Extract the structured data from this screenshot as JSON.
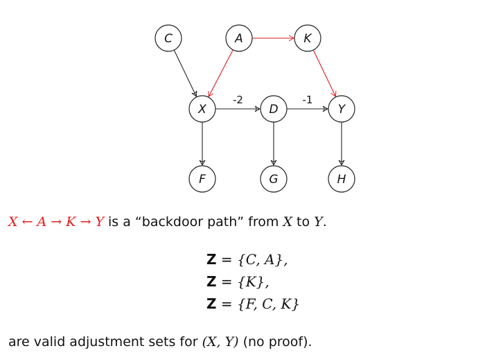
{
  "graph": {
    "nodes": [
      {
        "id": "C",
        "label": "C"
      },
      {
        "id": "A",
        "label": "A"
      },
      {
        "id": "K",
        "label": "K"
      },
      {
        "id": "X",
        "label": "X"
      },
      {
        "id": "D",
        "label": "D"
      },
      {
        "id": "Y",
        "label": "Y"
      },
      {
        "id": "F",
        "label": "F"
      },
      {
        "id": "G",
        "label": "G"
      },
      {
        "id": "H",
        "label": "H"
      }
    ],
    "edges": [
      {
        "from": "C",
        "to": "X",
        "color": "#222222",
        "label": ""
      },
      {
        "from": "A",
        "to": "X",
        "color": "#e01b1b",
        "label": ""
      },
      {
        "from": "A",
        "to": "K",
        "color": "#e01b1b",
        "label": ""
      },
      {
        "from": "K",
        "to": "Y",
        "color": "#e01b1b",
        "label": ""
      },
      {
        "from": "X",
        "to": "D",
        "color": "#222222",
        "label": "-2"
      },
      {
        "from": "D",
        "to": "Y",
        "color": "#222222",
        "label": "-1"
      },
      {
        "from": "X",
        "to": "F",
        "color": "#222222",
        "label": ""
      },
      {
        "from": "D",
        "to": "G",
        "color": "#222222",
        "label": ""
      },
      {
        "from": "Y",
        "to": "H",
        "color": "#222222",
        "label": ""
      }
    ]
  },
  "sentence": {
    "path": "X ← A → K → Y",
    "rest_before_x": "is a “backdoor path” from",
    "x": "X",
    "to": "to",
    "y": "Y",
    "period": "."
  },
  "sets": [
    {
      "var": "Z",
      "eq": "=",
      "value": "{C, A},"
    },
    {
      "var": "Z",
      "eq": "=",
      "value": "{K},"
    },
    {
      "var": "Z",
      "eq": "=",
      "value": "{F, C, K}"
    }
  ],
  "footer": {
    "before": "are valid adjustment sets for",
    "pair": "(X, Y)",
    "after": "(no proof)."
  },
  "colors": {
    "backdoor": "#e01b1b",
    "default": "#222222"
  }
}
